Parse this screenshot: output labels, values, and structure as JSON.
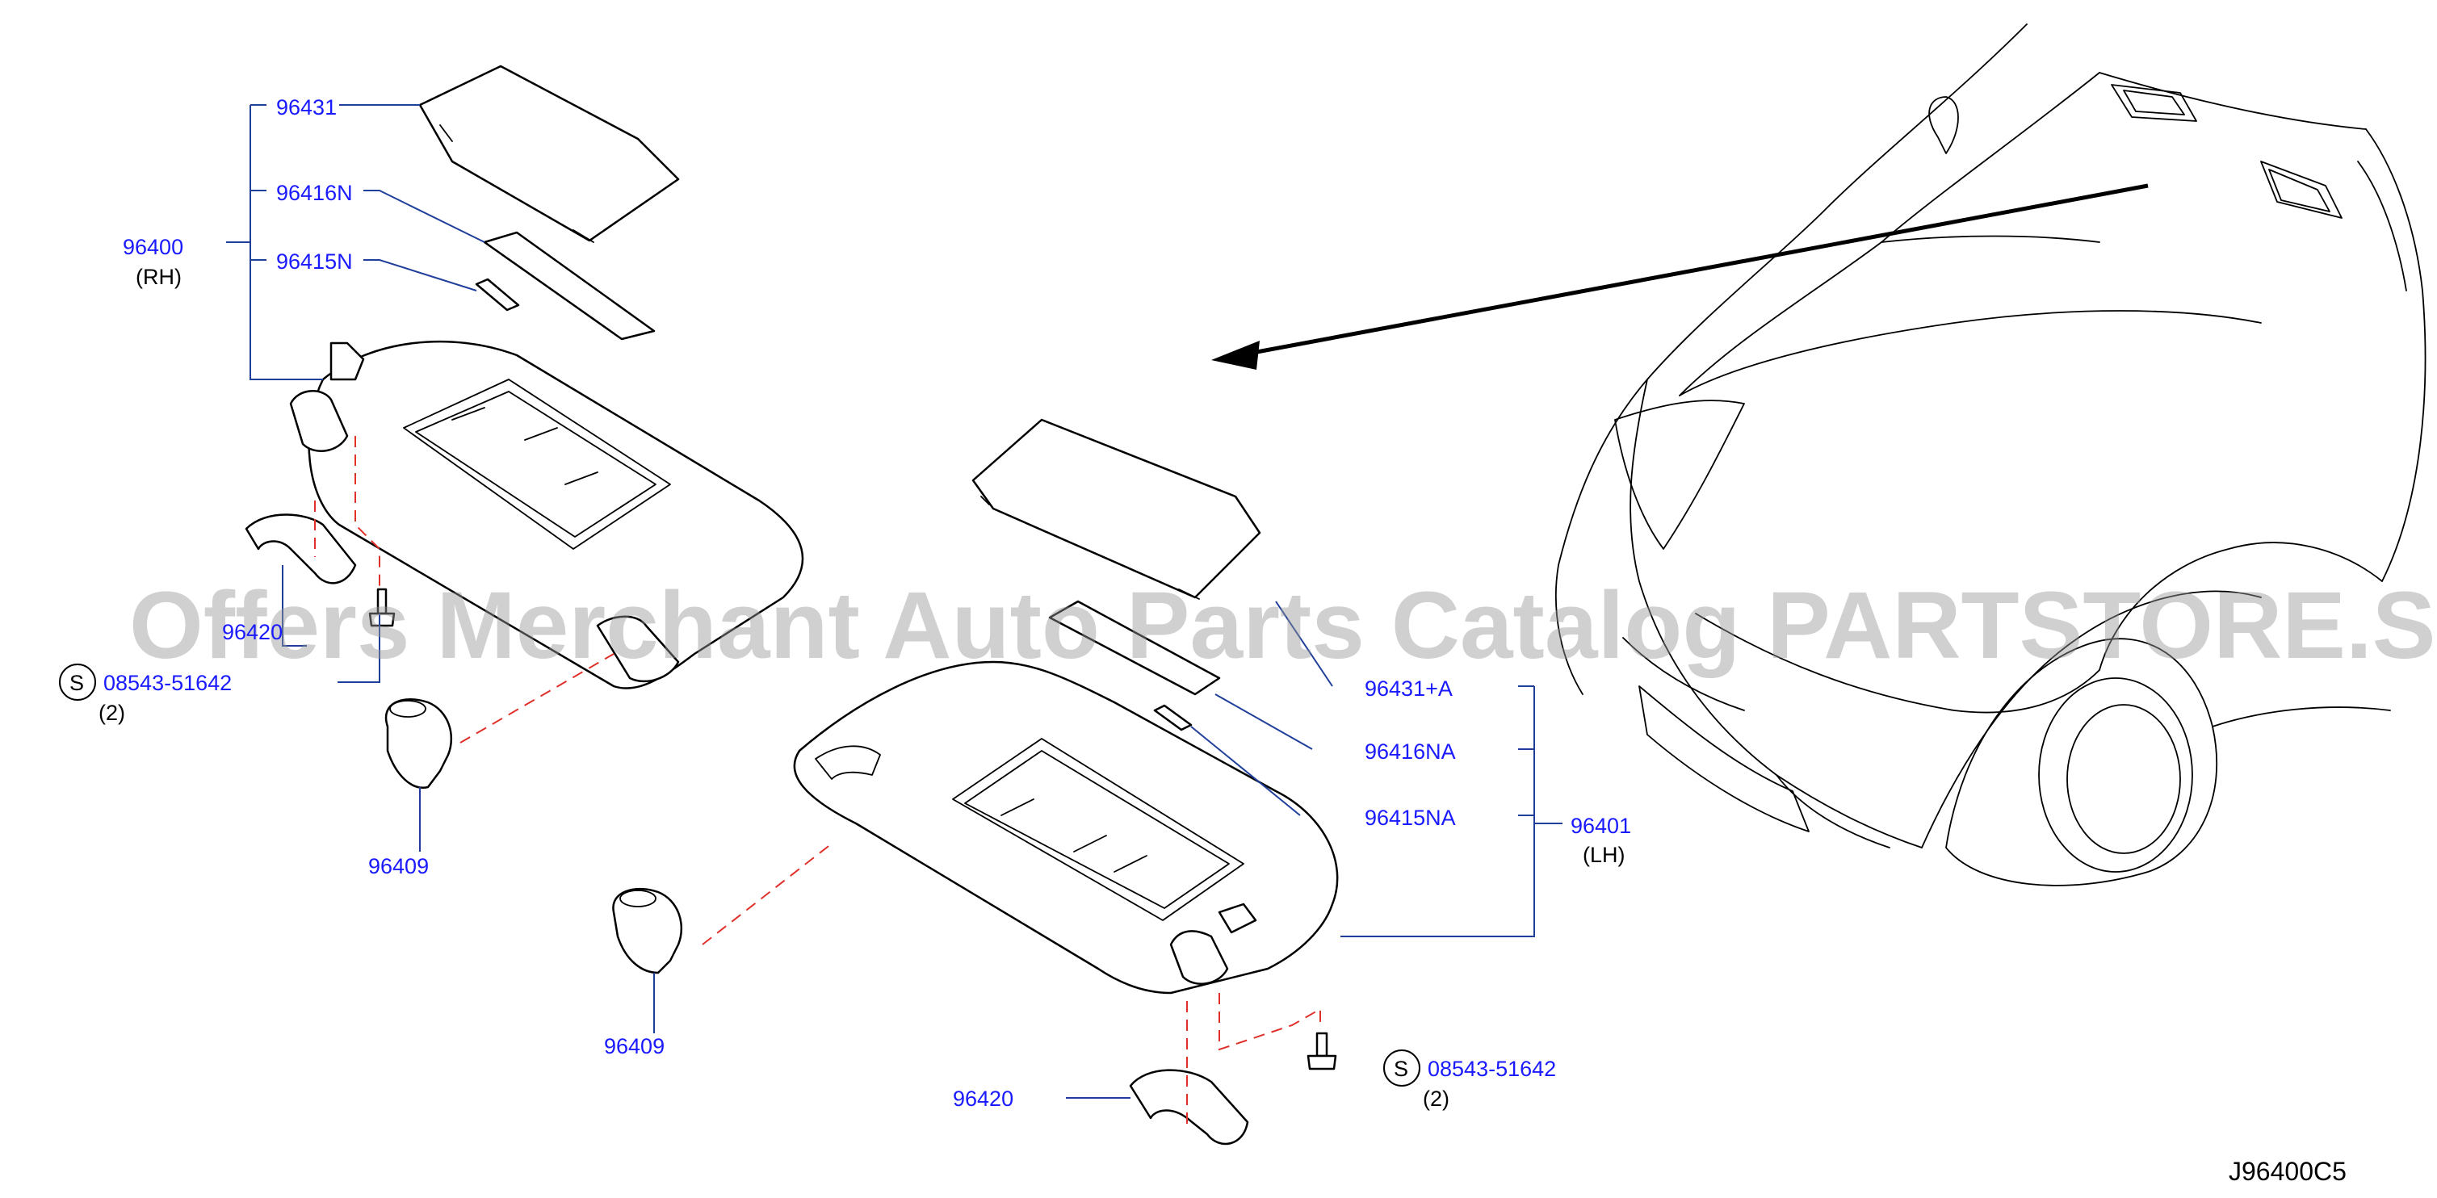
{
  "diagram_code": "J96400C5",
  "watermark": "Offers Merchant Auto Parts Catalog PARTSTORE.SA",
  "rh_assembly": {
    "part_number": "96400",
    "side": "(RH)",
    "components": [
      "96431",
      "96416N",
      "96415N"
    ],
    "holder_part": "96420",
    "clip_part": "96409",
    "screw_symbol": "S",
    "screw_part": "08543-51642",
    "screw_qty": "(2)"
  },
  "lh_assembly": {
    "part_number": "96401",
    "side": "(LH)",
    "components": [
      "96431+A",
      "96416NA",
      "96415NA"
    ],
    "holder_part": "96420",
    "clip_part": "96409",
    "screw_symbol": "S",
    "screw_part": "08543-51642",
    "screw_qty": "(2)"
  }
}
